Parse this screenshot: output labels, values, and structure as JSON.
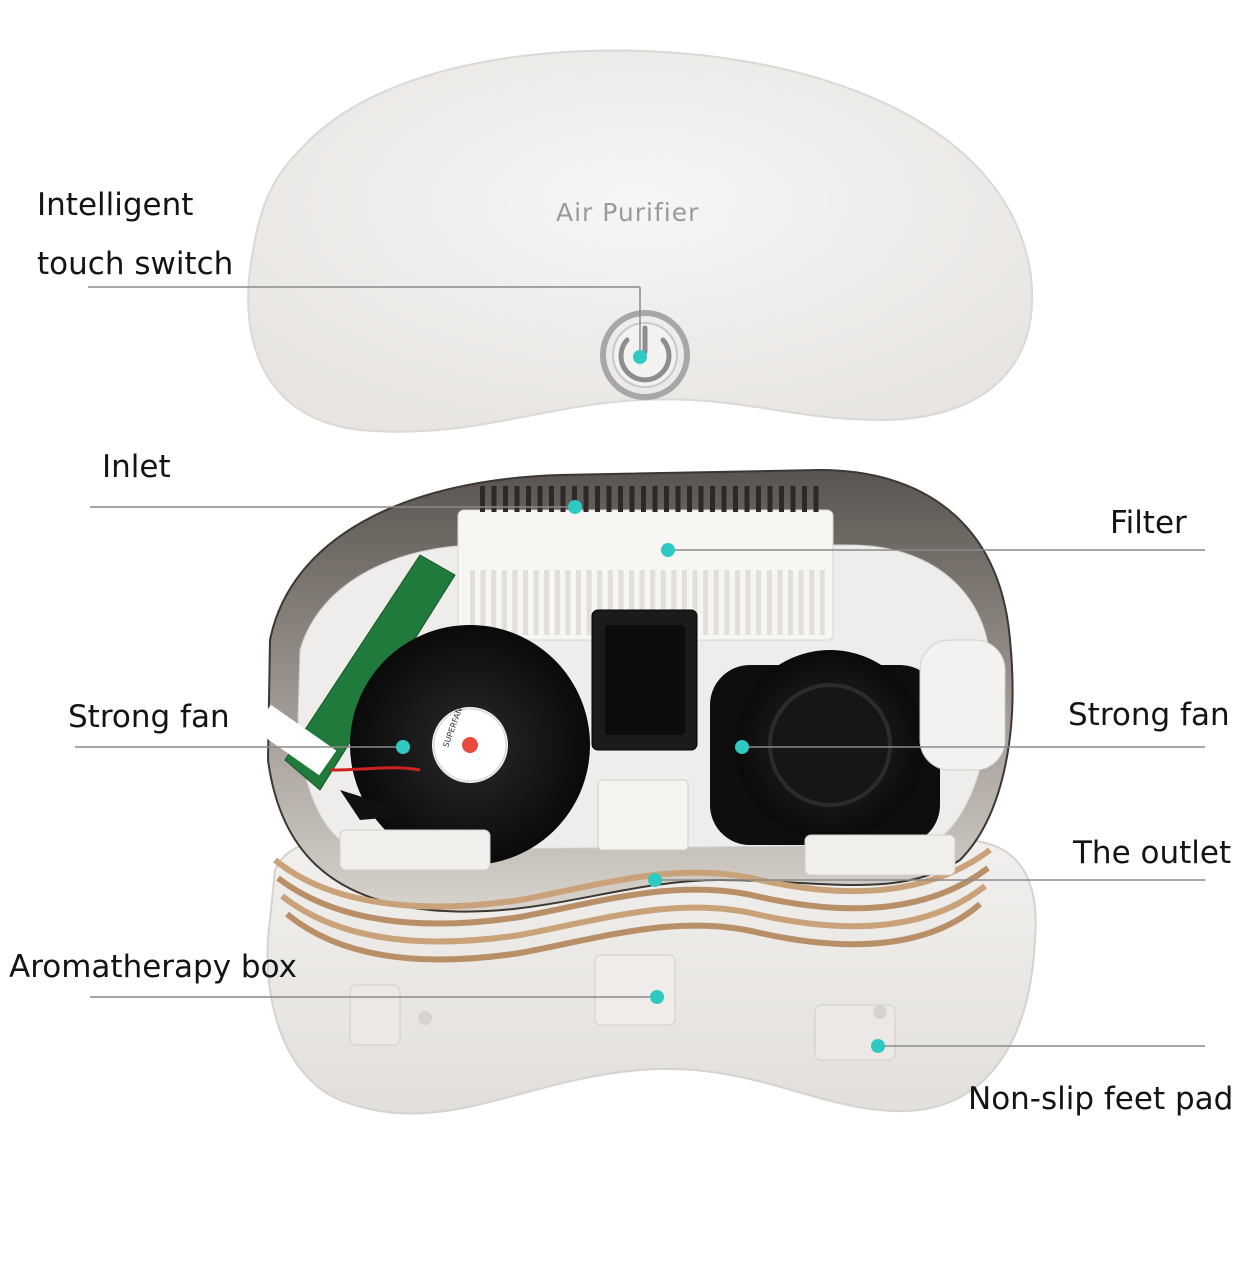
{
  "product": {
    "lid_text": "Air Purifier"
  },
  "labels": {
    "touch_switch_line1": "Intelligent",
    "touch_switch_line2": "touch switch",
    "inlet": "Inlet",
    "filter": "Filter",
    "strong_fan_left": "Strong fan",
    "strong_fan_right": "Strong fan",
    "outlet": "The outlet",
    "aromatherapy_box": "Aromatherapy box",
    "feet_pad": "Non-slip feet pad"
  },
  "fan_sticker": {
    "brand": "SUPERFAN"
  },
  "colors": {
    "accent_dot": "#2ec9c0",
    "leader_line": "#8a8a8a",
    "shell": "#f4f2f0",
    "ring_gold": "#c9a27a",
    "fan_black": "#111111",
    "pcb_green": "#1f7a3c"
  }
}
